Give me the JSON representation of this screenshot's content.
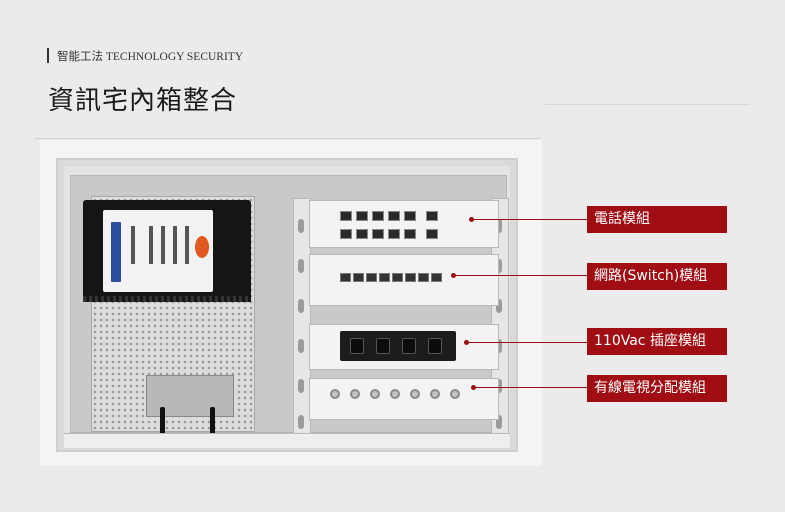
{
  "header": {
    "kicker": "智能工法 TECHNOLOGY SECURITY",
    "title": "資訊宅內箱整合"
  },
  "callouts": [
    {
      "label": "電話模組"
    },
    {
      "label": "網路(Switch)模組"
    },
    {
      "label": "110Vac 插座模組"
    },
    {
      "label": "有線電視分配模組"
    }
  ],
  "colors": {
    "accent": "#a00e14",
    "background": "#ebebeb"
  }
}
